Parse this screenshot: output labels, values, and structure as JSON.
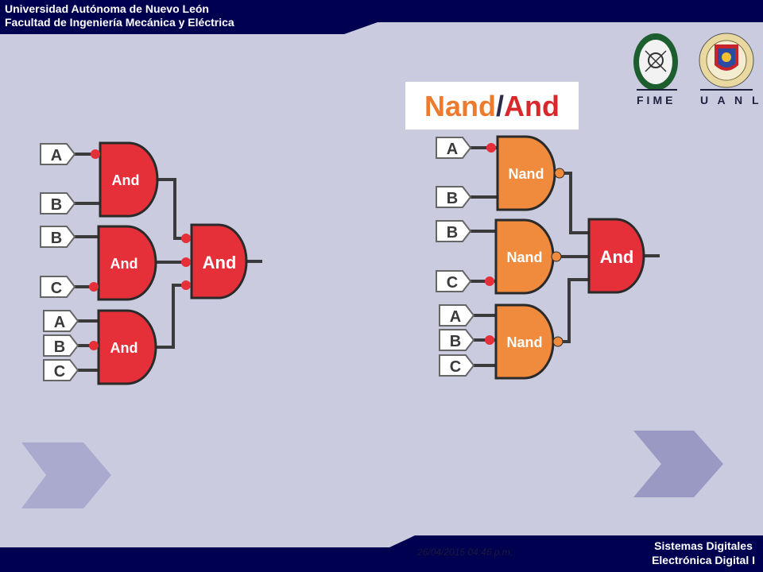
{
  "header": {
    "university": "Universidad Autónoma de Nuevo León",
    "faculty": "Facultad de Ingeniería Mecánica y Eléctrica"
  },
  "title": {
    "nand": "Nand",
    "slash": "/",
    "and": "And"
  },
  "logos": {
    "fime_label": "FIME",
    "uanl_label": "U A N L"
  },
  "footer": {
    "date": "26/04/2015 04:46 p.m.",
    "course_line1": "Sistemas Digitales",
    "course_line2": "Electrónica Digital I"
  },
  "left_circuit": {
    "inputs": [
      "A",
      "B",
      "B",
      "C",
      "A",
      "B",
      "C"
    ],
    "gate_label": "And",
    "output_gate_label": "And"
  },
  "right_circuit": {
    "inputs": [
      "A",
      "B",
      "B",
      "C",
      "A",
      "B",
      "C"
    ],
    "gate_label": "Nand",
    "output_gate_label": "And"
  },
  "colors": {
    "and_gate": "#e5303a",
    "nand_gate": "#f08a3c",
    "header_bar": "#000050",
    "background": "#cbcbe0"
  }
}
